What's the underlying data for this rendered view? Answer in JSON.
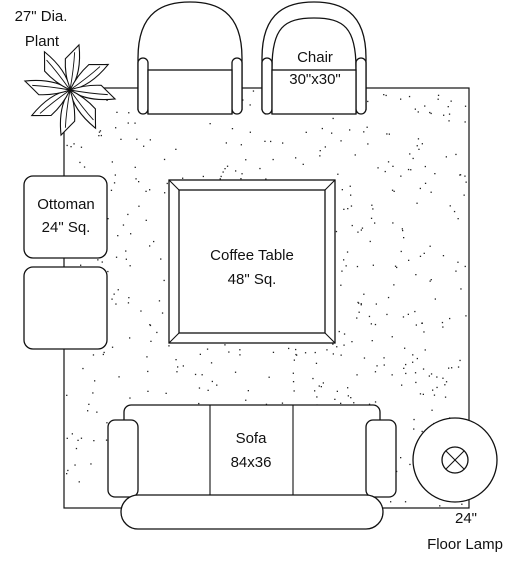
{
  "colors": {
    "line": "#111111",
    "background": "#ffffff",
    "rug_speckle": "#222222"
  },
  "plant": {
    "label_line1": "27\" Dia.",
    "label_line2": "Plant"
  },
  "chair": {
    "label_line1": "Chair",
    "label_line2": "30\"x30\""
  },
  "ottoman": {
    "label_line1": "Ottoman",
    "label_line2": "24\" Sq."
  },
  "coffee_table": {
    "label_line1": "Coffee Table",
    "label_line2": "48\" Sq."
  },
  "sofa": {
    "label_line1": "Sofa",
    "label_line2": "84x36"
  },
  "floor_lamp": {
    "label_line1": "24\"",
    "label_line2": "Floor Lamp"
  }
}
